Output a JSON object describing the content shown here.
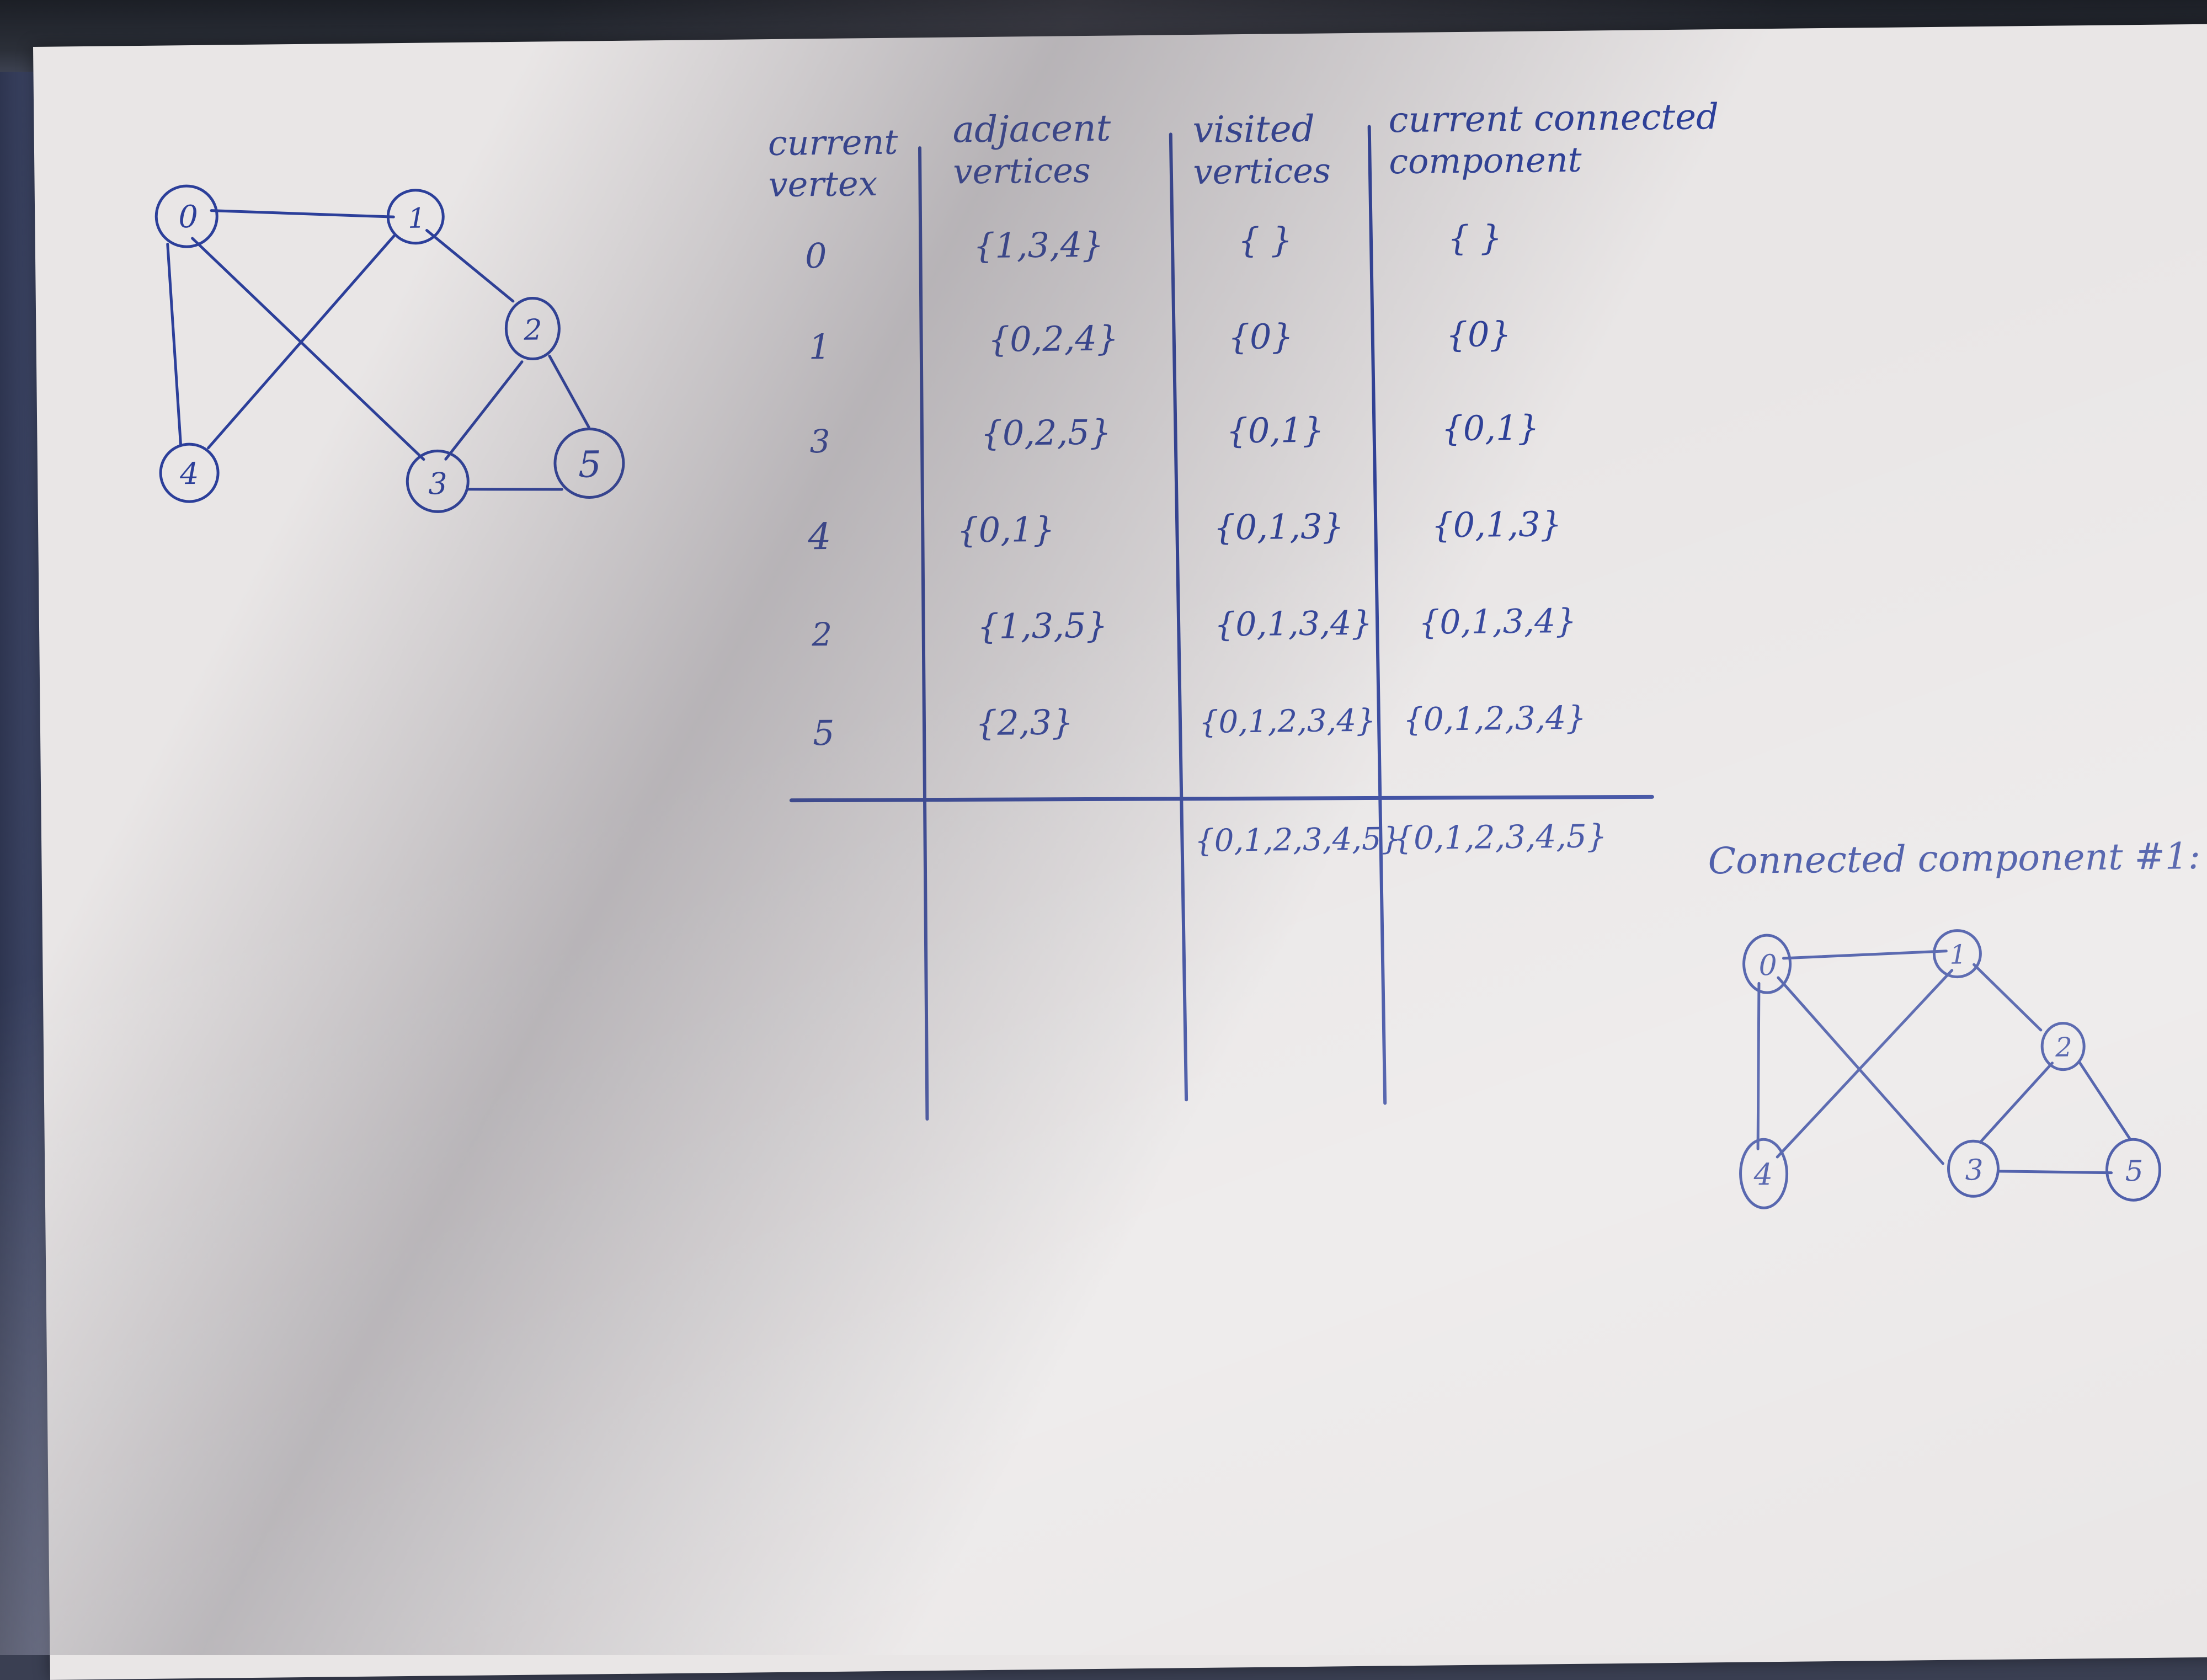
{
  "table": {
    "headers": [
      [
        "current",
        "vertex"
      ],
      [
        "adjacent",
        "vertices"
      ],
      [
        "visited",
        "vertices"
      ],
      [
        "current connected",
        "component"
      ]
    ],
    "rows": [
      {
        "vertex": "0",
        "adjacent": "{1,3,4}",
        "visited": "{ }",
        "component": "{ }"
      },
      {
        "vertex": "1",
        "adjacent": "{0,2,4}",
        "visited": "{0}",
        "component": "{0}"
      },
      {
        "vertex": "3",
        "adjacent": "{0,2,5}",
        "visited": "{0,1}",
        "component": "{0,1}"
      },
      {
        "vertex": "4",
        "adjacent": "{0,1}",
        "visited": "{0,1,3}",
        "component": "{0,1,3}"
      },
      {
        "vertex": "2",
        "adjacent": "{1,3,5}",
        "visited": "{0,1,3,4}",
        "component": "{0,1,3,4}"
      },
      {
        "vertex": "5",
        "adjacent": "{2,3}",
        "visited": "{0,1,2,3,4}",
        "component": "{0,1,2,3,4}"
      }
    ],
    "final": {
      "visited": "{0,1,2,3,4,5}",
      "component": "{0,1,2,3,4,5}"
    }
  },
  "connected_caption": "Connected component #1:",
  "graph": {
    "nodes": [
      "0",
      "1",
      "2",
      "3",
      "4",
      "5"
    ],
    "edges": [
      [
        "0",
        "1"
      ],
      [
        "0",
        "3"
      ],
      [
        "0",
        "4"
      ],
      [
        "1",
        "2"
      ],
      [
        "1",
        "4"
      ],
      [
        "2",
        "3"
      ],
      [
        "2",
        "5"
      ],
      [
        "3",
        "5"
      ]
    ]
  }
}
